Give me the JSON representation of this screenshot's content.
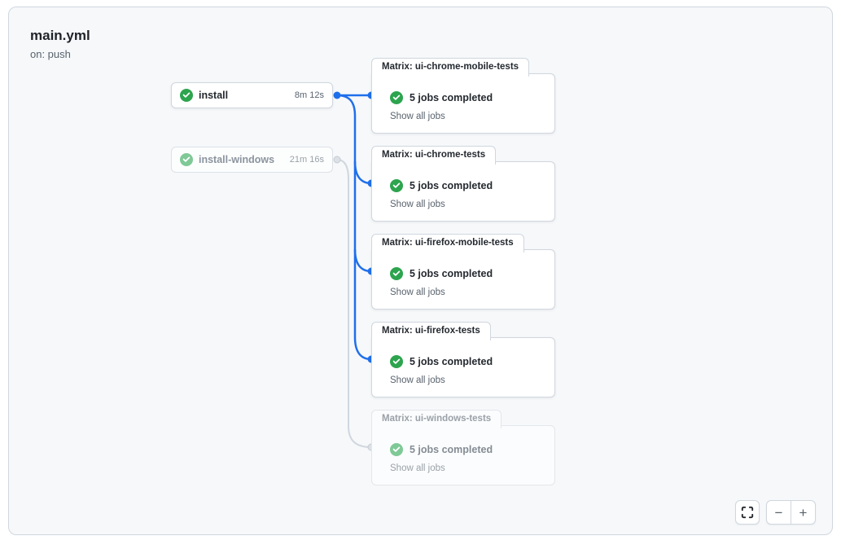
{
  "workflow": {
    "title": "main.yml",
    "trigger": "on: push"
  },
  "jobs": [
    {
      "label": "install",
      "duration": "8m 12s",
      "status": "success",
      "muted": false
    },
    {
      "label": "install-windows",
      "duration": "21m 16s",
      "status": "success",
      "muted": true
    }
  ],
  "matrix": [
    {
      "label": "Matrix: ui-chrome-mobile-tests",
      "summary": "5 jobs completed",
      "link": "Show all jobs",
      "muted": false
    },
    {
      "label": "Matrix: ui-chrome-tests",
      "summary": "5 jobs completed",
      "link": "Show all jobs",
      "muted": false
    },
    {
      "label": "Matrix: ui-firefox-mobile-tests",
      "summary": "5 jobs completed",
      "link": "Show all jobs",
      "muted": false
    },
    {
      "label": "Matrix: ui-firefox-tests",
      "summary": "5 jobs completed",
      "link": "Show all jobs",
      "muted": false
    },
    {
      "label": "Matrix: ui-windows-tests",
      "summary": "5 jobs completed",
      "link": "Show all jobs",
      "muted": true
    }
  ],
  "controls": {
    "zoom_out": "−",
    "zoom_in": "+",
    "fit": "fit-to-view"
  },
  "colors": {
    "accent_blue": "#1f6feb",
    "success_green": "#2da44e",
    "muted_green": "#7fc997",
    "canvas": "#f6f8fa",
    "border": "#d0d7de",
    "text": "#24292f",
    "text_muted": "#59636e"
  }
}
